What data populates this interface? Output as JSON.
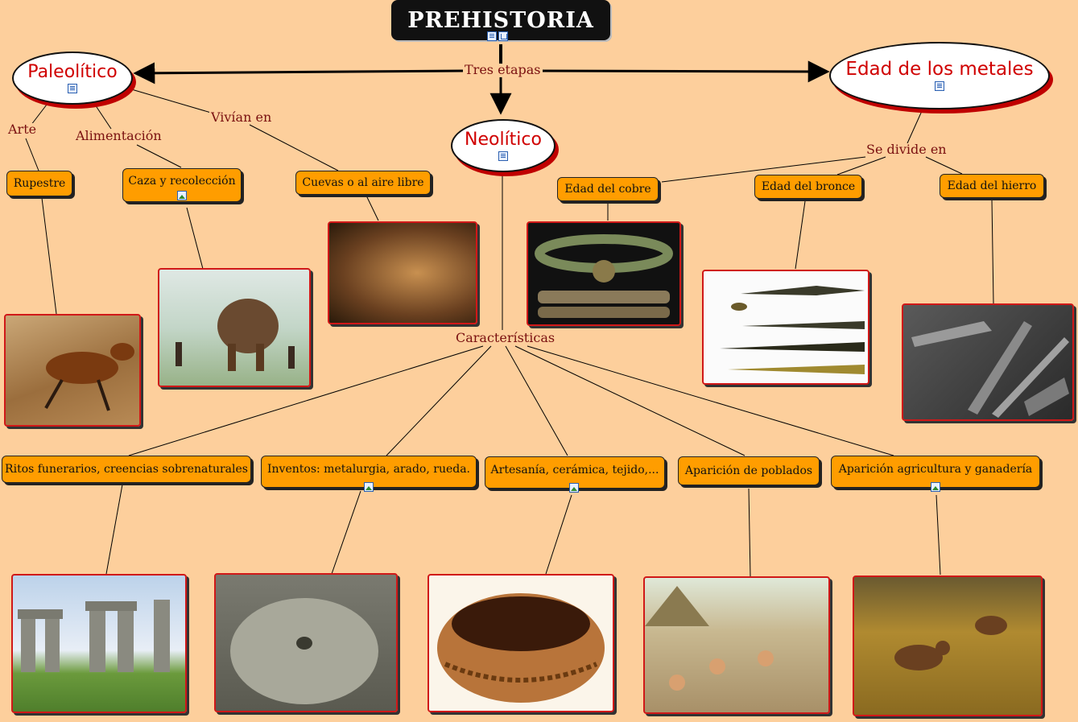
{
  "title": "PREHISTORIA",
  "link_label_stages": "Tres etapas",
  "periods": {
    "paleolitico": "Paleolítico",
    "neolitico": "Neolítico",
    "metales": "Edad de los metales"
  },
  "paleolitico": {
    "link_arte": "Arte",
    "link_alimentacion": "Alimentación",
    "link_vivian": "Vivían en",
    "arte": "Rupestre",
    "alimentacion": "Caza y recolección",
    "vivienda": "Cuevas o al aire libre"
  },
  "metales": {
    "link_divide": "Se divide en",
    "cobre": "Edad del cobre",
    "bronce": "Edad del bronce",
    "hierro": "Edad del hierro"
  },
  "neolitico": {
    "link_caracteristicas": "Características",
    "ritos": "Ritos funerarios, creencias sobrenaturales",
    "inventos": "Inventos: metalurgia, arado, rueda.",
    "artesania": "Artesanía, cerámica, tejido,...",
    "poblados": "Aparición de poblados",
    "agricultura": "Aparición agricultura y ganadería"
  },
  "icons": [
    "document-icon",
    "image-icon",
    "tree-icon"
  ],
  "colors": {
    "background": "#fdcf9c",
    "node_fill": "#ff9d00",
    "period_text": "#d00000",
    "link_text": "#7a1010",
    "photo_border": "#d01818"
  }
}
